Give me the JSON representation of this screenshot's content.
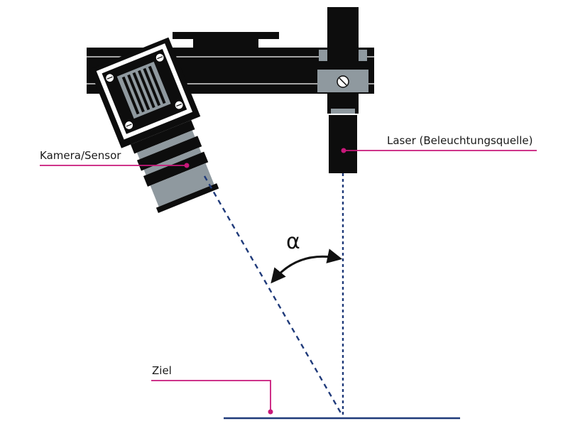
{
  "labels": {
    "camera": "Kamera/Sensor",
    "laser": "Laser (Beleuchtungsquelle)",
    "target": "Ziel",
    "angle": "α"
  },
  "colors": {
    "callout": "#c8187a",
    "beam": "#1f3a7a",
    "target_line": "#1f3a7a",
    "device_body": "#0d0d0d",
    "device_gray": "#8f999f"
  }
}
